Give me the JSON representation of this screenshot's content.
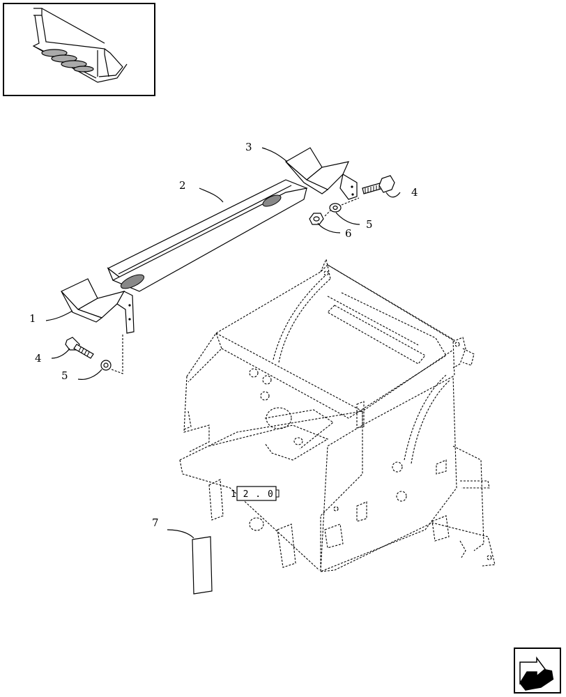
{
  "callouts": {
    "c1": "1",
    "c2": "2",
    "c3": "3",
    "c4a": "4",
    "c4b": "4",
    "c5a": "5",
    "c5b": "5",
    "c6": "6",
    "c7": "7"
  },
  "reference_box": "1 2 . 0",
  "icons": {
    "thumbnail": "machine-overview-thumbnail-icon",
    "nav": "next-page-arrow-icon"
  }
}
